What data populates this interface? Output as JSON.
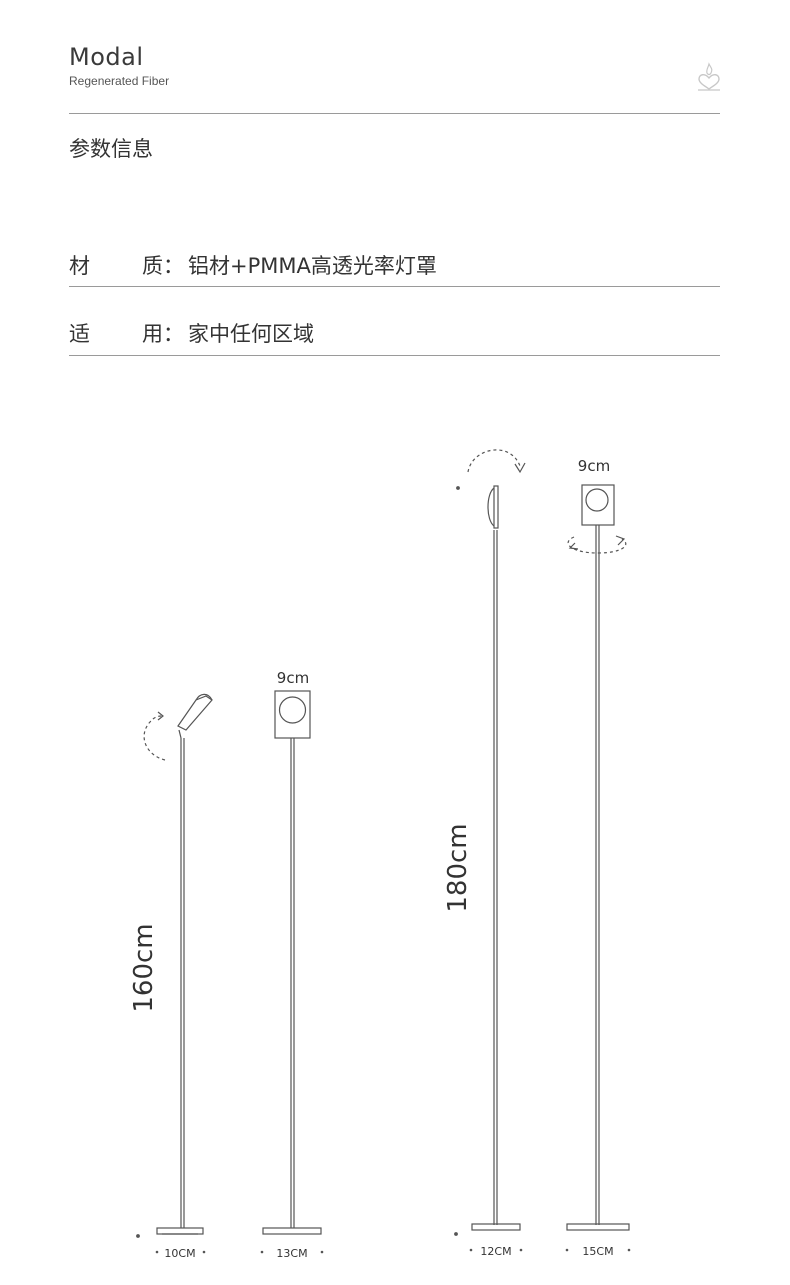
{
  "brand": {
    "title": "Modal",
    "subtitle": "Regenerated Fiber",
    "logo_icon": "heart-flame-logo-icon"
  },
  "section": {
    "title": "参数信息"
  },
  "specs": [
    {
      "label_a": "材",
      "label_b": "质：",
      "value": "铝材+PMMA高透光率灯罩"
    },
    {
      "label_a": "适",
      "label_b": "用：",
      "value": "家中任何区域"
    }
  ],
  "lamps": [
    {
      "height_label": "160cm",
      "head_label": "9cm",
      "base_label_side": "10CM",
      "base_label_front": "13CM",
      "rotation": "tilt"
    },
    {
      "height_label": "180cm",
      "head_label": "9cm",
      "base_label_side": "12CM",
      "base_label_front": "15CM",
      "rotation": "swivel"
    }
  ],
  "colors": {
    "text": "#333333",
    "line": "#9a9a9a",
    "drawing": "#555555"
  }
}
